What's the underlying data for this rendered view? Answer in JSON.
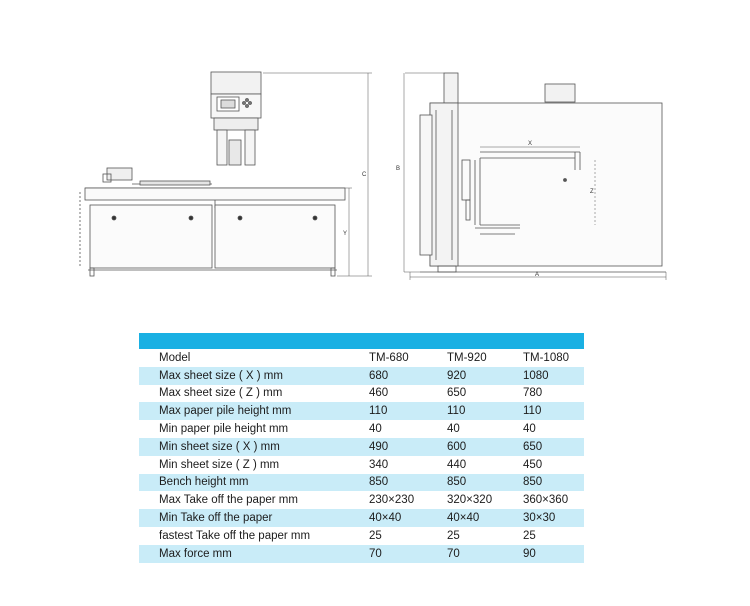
{
  "drawing": {
    "front_view": {
      "dim_c": "C",
      "dim_y": "Y"
    },
    "side_view": {
      "dim_b": "B",
      "dim_x": "X",
      "dim_z": "Z",
      "dim_a": "A"
    }
  },
  "colors": {
    "header_bar": "#1ab0e3",
    "row_stripe": "#c9ecf8",
    "line": "#555555"
  },
  "table": {
    "header": {
      "param": "Model",
      "models": [
        "TM-680",
        "TM-920",
        "TM-1080"
      ]
    },
    "rows": [
      {
        "param": "Max sheet size ( X ) mm",
        "values": [
          "680",
          "920",
          "1080"
        ]
      },
      {
        "param": "Max sheet size ( Z ) mm",
        "values": [
          "460",
          "650",
          "780"
        ]
      },
      {
        "param": "Max paper pile height mm",
        "values": [
          "110",
          "110",
          "110"
        ]
      },
      {
        "param": "Min paper pile height mm",
        "values": [
          "40",
          "40",
          "40"
        ]
      },
      {
        "param": "Min sheet size ( X ) mm",
        "values": [
          "490",
          "600",
          "650"
        ]
      },
      {
        "param": "Min sheet size ( Z ) mm",
        "values": [
          "340",
          "440",
          "450"
        ]
      },
      {
        "param": "Bench height mm",
        "values": [
          "850",
          "850",
          "850"
        ]
      },
      {
        "param": "Max Take off the paper mm",
        "values": [
          "230×230",
          "320×320",
          "360×360"
        ]
      },
      {
        "param": "Min Take off the paper",
        "values": [
          "40×40",
          "40×40",
          "30×30"
        ]
      },
      {
        "param": "fastest Take off the paper mm",
        "values": [
          "25",
          "25",
          "25"
        ]
      },
      {
        "param": "Max force mm",
        "values": [
          "70",
          "70",
          "90"
        ]
      }
    ]
  }
}
